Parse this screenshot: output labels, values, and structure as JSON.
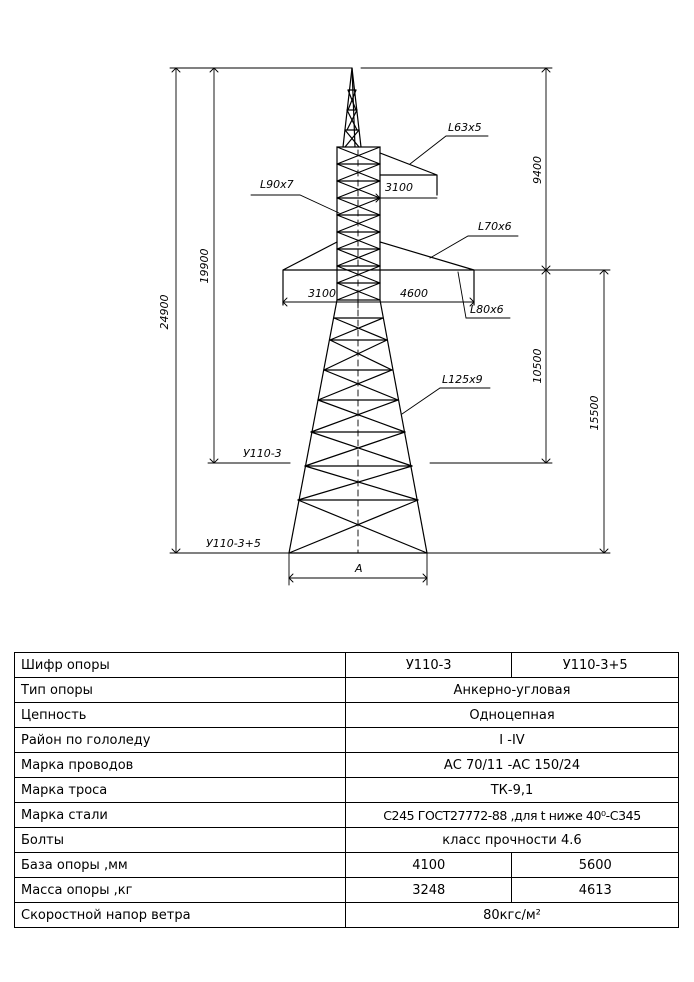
{
  "drawing": {
    "dims": {
      "total_height": "24900",
      "to_lower_arm": "19900",
      "upper_section": "9400",
      "lower_section": "10500",
      "arm_level": "15500",
      "upper_arm_len": "3100",
      "lower_arm_left": "3100",
      "lower_arm_right": "4600",
      "base": "A"
    },
    "profiles": {
      "upper_arm": "L63x5",
      "mast": "L90x7",
      "lower_arm_top": "L70x6",
      "lower_arm_bottom": "L80x6",
      "leg": "L125x9"
    },
    "levels": {
      "u110_3": "У110-3",
      "u110_3_5": "У110-3+5"
    }
  },
  "spec": {
    "header": {
      "label": "Шифр опоры",
      "col1": "У110-3",
      "col2": "У110-3+5"
    },
    "rows": [
      {
        "label": "Тип опоры",
        "value": "Анкерно-угловая"
      },
      {
        "label": "Цепность",
        "value": "Одноцепная"
      },
      {
        "label": "Район по гололеду",
        "value": "I -IV"
      },
      {
        "label": "Марка проводов",
        "value": "АС 70/11 -АС 150/24"
      },
      {
        "label": "Марка троса",
        "value": "ТК-9,1"
      },
      {
        "label": "Марка стали",
        "value": "С245 ГОСТ27772-88 ,для t ниже 40⁰-С345"
      },
      {
        "label": "Болты",
        "value": "класс прочности 4.6"
      }
    ],
    "split_rows": [
      {
        "label": "База опоры ,мм",
        "col1": "4100",
        "col2": "5600"
      },
      {
        "label": "Масса опоры ,кг",
        "col1": "3248",
        "col2": "4613"
      }
    ],
    "wind": {
      "label": "Скоростной напор ветра",
      "value": "80кгс/м²"
    }
  }
}
